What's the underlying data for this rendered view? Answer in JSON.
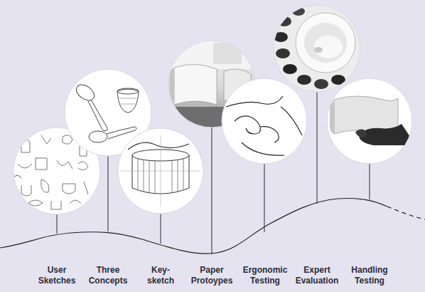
{
  "diagram": {
    "labels": [
      "User Sketches",
      "Three Concepts",
      "Key- sketch",
      "Paper Protoypes",
      "Ergonomic Testing",
      "Expert Evaluation",
      "Handling Testing"
    ]
  }
}
